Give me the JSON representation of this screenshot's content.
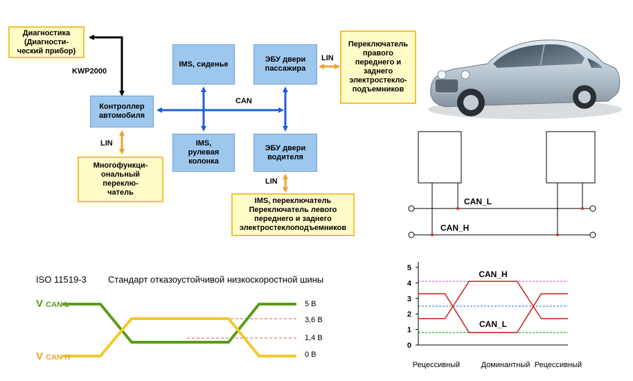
{
  "diagram": {
    "boxes": {
      "diag": "Диагностика (Диагности- ческий прибор)",
      "controller": "Контроллер автомобиля",
      "ims_seat": "IMS, сиденье",
      "ecu_passenger": "ЭБУ двери пассажира",
      "switch_right": "Переключатель правого переднего и заднего электростекло- подъемников",
      "ims_column": "IMS, рулевая колонка",
      "ecu_driver": "ЭБУ двери водителя",
      "multi_switch": "Многофункци- ональный переклю- чатель",
      "ims_switch_left": "IMS, переключатель Переключатель левого переднего и заднего электростеклоподъемников"
    },
    "labels": {
      "kwp": "KWP2000",
      "can": "CAN",
      "lin_right": "LIN",
      "lin_left": "LIN",
      "lin_bottom": "LIN"
    }
  },
  "bus_schematic": {
    "can_l": "CAN_L",
    "can_h": "CAN_H"
  },
  "iso_chart": {
    "standard": "ISO 11519-3",
    "title": "Стандарт отказоустойчивой низкоскоростной шины",
    "v": "V",
    "can_l_sub": "CAN L",
    "can_h_sub": "CAN H",
    "levels": [
      "5 В",
      "3,6 В",
      "1,4 В",
      "0 В"
    ]
  },
  "chart_data": {
    "type": "line",
    "title": "",
    "xlabel": "",
    "ylabel": "",
    "ylim": [
      0,
      5
    ],
    "yticks": [
      "0",
      "1",
      "2",
      "3",
      "4",
      "5"
    ],
    "states": [
      "Рецессивный",
      "Доминантный",
      "Рецессивный"
    ],
    "x": [
      0,
      0.5,
      0.95,
      1.85,
      2.3,
      2.8
    ],
    "reference_levels": [
      {
        "value": 4.1,
        "color": "#e066e0"
      },
      {
        "value": 2.5,
        "color": "#3f8fdf"
      },
      {
        "value": 0.8,
        "color": "#33b233"
      }
    ],
    "series": [
      {
        "name": "CAN_H",
        "values": [
          1.7,
          1.7,
          4.1,
          4.1,
          1.7,
          1.7
        ],
        "color": "#cc2a2a"
      },
      {
        "name": "CAN_L",
        "values": [
          3.3,
          3.3,
          0.8,
          0.8,
          3.3,
          3.3
        ],
        "color": "#cc2a2a"
      }
    ]
  },
  "colors": {
    "blue_arrow": "#1f5fcf",
    "orange_arrow": "#f0a030",
    "green_signal": "#5a9b1a",
    "yellow_signal": "#f2c92b"
  }
}
